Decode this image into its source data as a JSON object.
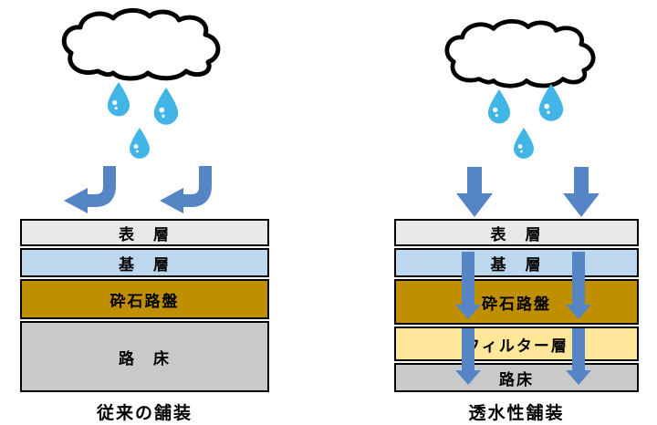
{
  "diagram": {
    "left": {
      "caption": "従来の舗装",
      "layers": [
        {
          "label": "表　層",
          "color": "#e8e8e8"
        },
        {
          "label": "基　層",
          "color": "#bdd7ee"
        },
        {
          "label": "砕石路盤",
          "color": "#bf8f00"
        },
        {
          "label": "路　床",
          "color": "#c9c9c9"
        }
      ]
    },
    "right": {
      "caption": "透水性舗装",
      "layers": [
        {
          "label": "表　層",
          "color": "#e8e8e8"
        },
        {
          "label": "基　層",
          "color": "#bdd7ee"
        },
        {
          "label": "砕石路盤",
          "color": "#bf8f00"
        },
        {
          "label": "フィルター層",
          "color": "#ffe699"
        },
        {
          "label": "路床",
          "color": "#c9c9c9"
        }
      ]
    },
    "colors": {
      "raindrop": "#41b6e6",
      "arrow": "#5585c5",
      "cloud_fill": "#ffffff",
      "cloud_outline": "#000000"
    }
  }
}
